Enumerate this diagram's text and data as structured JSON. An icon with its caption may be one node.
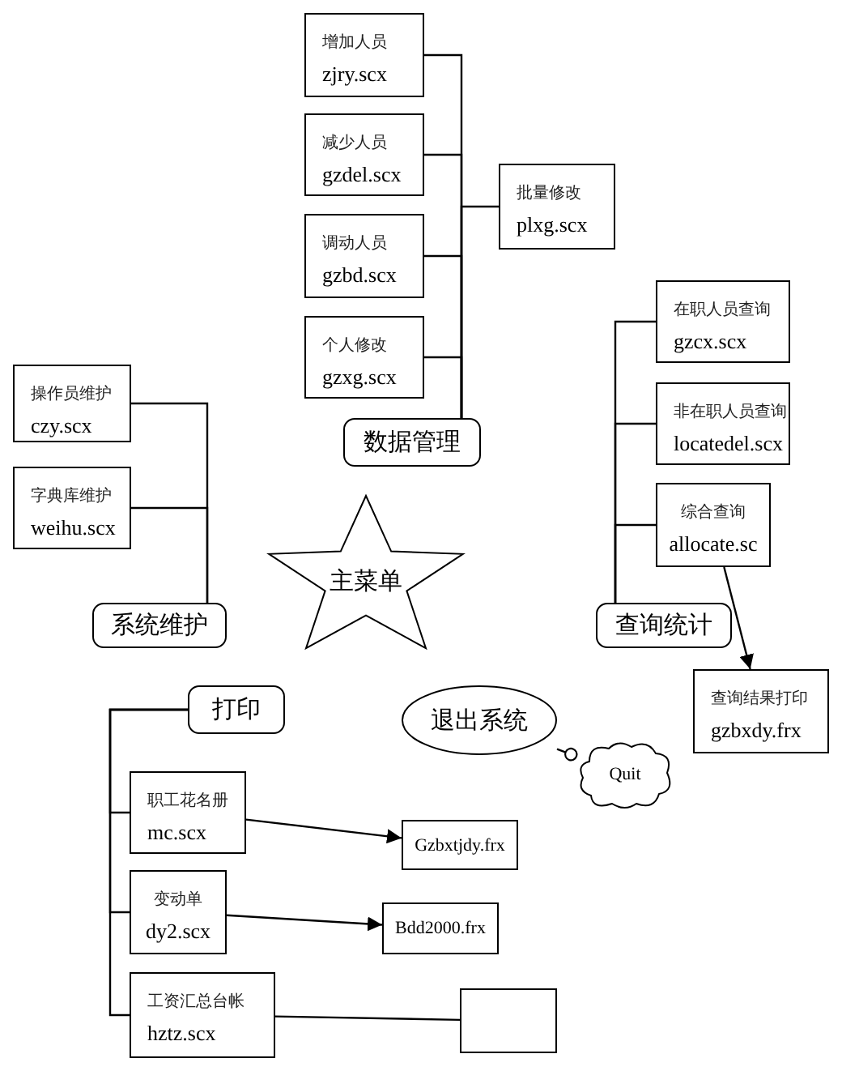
{
  "diagram": {
    "nodes": [
      {
        "text": [
          "数据管理"
        ]
      },
      {
        "text": [
          "增加人员",
          "zjry.scx"
        ]
      },
      {
        "text": [
          "减少人员",
          "gzdel.scx"
        ]
      },
      {
        "text": [
          "调动人员",
          "gzbd.scx"
        ]
      },
      {
        "text": [
          "个人修改",
          "gzxg.scx"
        ]
      },
      {
        "text": [
          "批量修改",
          "plxg.scx"
        ]
      },
      {
        "text": [
          "系统维护"
        ]
      },
      {
        "text": [
          "操作员维护",
          "czy.scx"
        ]
      },
      {
        "text": [
          "字典库维护",
          "weihu.scx"
        ]
      },
      {
        "text": [
          "查询统计"
        ]
      },
      {
        "text": [
          "在职人员查询",
          "gzcx.scx"
        ]
      },
      {
        "text": [
          "非在职人员查询",
          "locatedel.scx"
        ]
      },
      {
        "text": [
          "综合查询",
          "allocate.sc"
        ]
      },
      {
        "text": [
          "查询结果打印",
          "gzbxdy.frx"
        ]
      },
      {
        "text": [
          "主菜单"
        ]
      },
      {
        "text": [
          "打印"
        ]
      },
      {
        "text": [
          "职工花名册",
          "mc.scx"
        ]
      },
      {
        "text": [
          "Gzbxtjdy.frx"
        ]
      },
      {
        "text": [
          "变动单",
          "dy2.scx"
        ]
      },
      {
        "text": [
          "Bdd2000.frx"
        ]
      },
      {
        "text": [
          "工资汇总台帐",
          "hztz.scx"
        ]
      },
      {
        "text": [],
        "shape": "box"
      },
      {
        "text": [
          "退出系统"
        ]
      },
      {
        "text": [
          "Quit"
        ]
      }
    ],
    "edges": [
      {
        "from": 0,
        "to": 1,
        "arrow": "none"
      },
      {
        "from": 0,
        "to": 2,
        "arrow": "none"
      },
      {
        "from": 0,
        "to": 3,
        "arrow": "none"
      },
      {
        "from": 0,
        "to": 4,
        "arrow": "none"
      },
      {
        "from": 0,
        "to": 5,
        "arrow": "none"
      },
      {
        "from": 6,
        "to": 7,
        "arrow": "none"
      },
      {
        "from": 6,
        "to": 8,
        "arrow": "none"
      },
      {
        "from": 9,
        "to": 10,
        "arrow": "none"
      },
      {
        "from": 9,
        "to": 11,
        "arrow": "none"
      },
      {
        "from": 9,
        "to": 12,
        "arrow": "none"
      },
      {
        "from": 12,
        "to": 13,
        "arrow": "to"
      },
      {
        "from": 15,
        "to": 16,
        "arrow": "none"
      },
      {
        "from": 15,
        "to": 18,
        "arrow": "none"
      },
      {
        "from": 15,
        "to": 20,
        "arrow": "none"
      },
      {
        "from": 16,
        "to": 17,
        "arrow": "to"
      },
      {
        "from": 18,
        "to": 19,
        "arrow": "to"
      },
      {
        "from": 20,
        "to": 21,
        "arrow": "none"
      },
      {
        "from": 22,
        "to": 23,
        "arrow": "other"
      }
    ]
  }
}
